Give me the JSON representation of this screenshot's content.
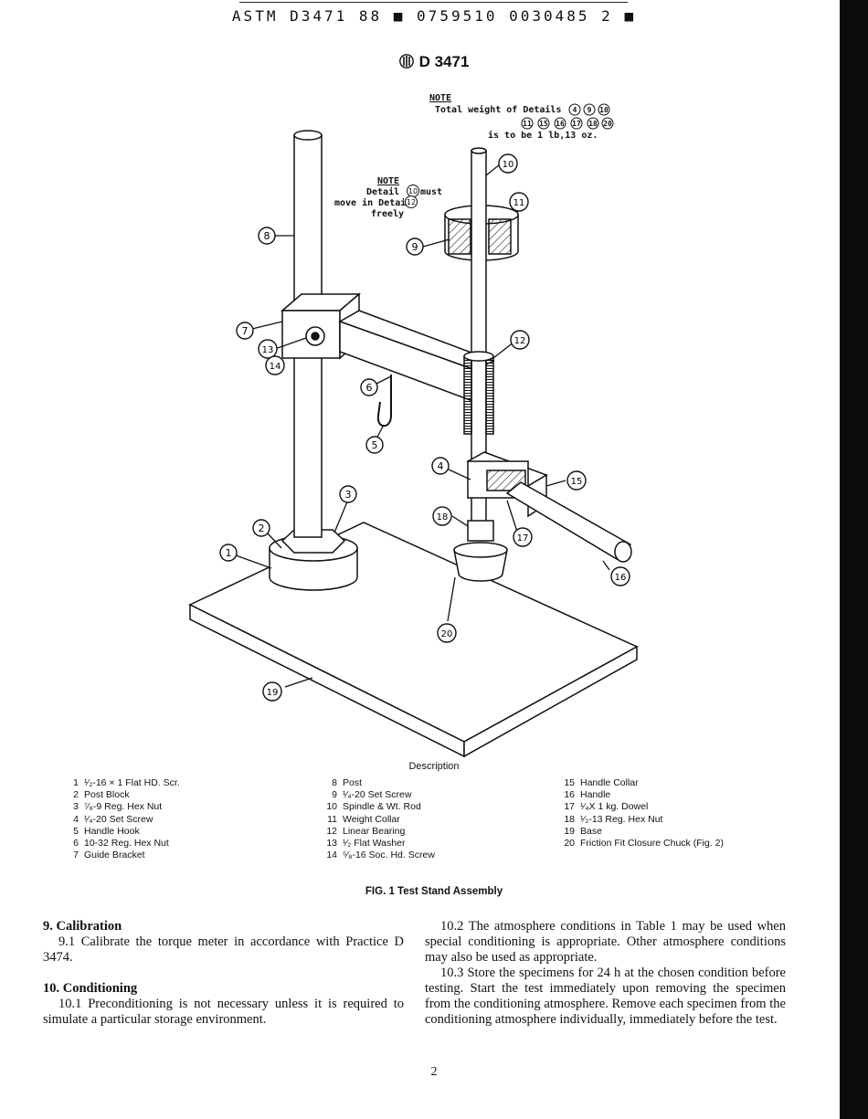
{
  "header": {
    "code_line": "ASTM D3471 88 ■ 0759510 0030485 2 ■",
    "designation": "D 3471"
  },
  "figure": {
    "note_top": {
      "label": "NOTE",
      "line1": "Total weight of Details",
      "line1_refs": [
        "4",
        "9",
        "10"
      ],
      "line2_refs": [
        "11",
        "15",
        "16",
        "17",
        "18",
        "20"
      ],
      "line3": "is to be 1 lb,13 oz."
    },
    "note_mid": {
      "label": "NOTE",
      "line1a": "Detail",
      "line1_ref": "10",
      "line1b": "must",
      "line2a": "move in Detail",
      "line2_ref": "12",
      "line3": "freely"
    },
    "callouts": [
      "1",
      "2",
      "3",
      "4",
      "5",
      "6",
      "7",
      "8",
      "9",
      "10",
      "11",
      "12",
      "13",
      "14",
      "15",
      "16",
      "17",
      "18",
      "19",
      "20"
    ]
  },
  "legend": {
    "title": "Description",
    "columns": [
      [
        {
          "n": "1",
          "t": "¹⁄₂-16 × 1 Flat HD. Scr."
        },
        {
          "n": "2",
          "t": "Post Block"
        },
        {
          "n": "3",
          "t": "⁷⁄₈-9 Reg. Hex Nut"
        },
        {
          "n": "4",
          "t": "¹⁄₄-20 Set Screw"
        },
        {
          "n": "5",
          "t": "Handle Hook"
        },
        {
          "n": "6",
          "t": "10-32 Reg. Hex Nut"
        },
        {
          "n": "7",
          "t": "Guide Bracket"
        }
      ],
      [
        {
          "n": "8",
          "t": "Post"
        },
        {
          "n": "9",
          "t": "¹⁄₄-20 Set Screw"
        },
        {
          "n": "10",
          "t": "Spindle & Wt. Rod"
        },
        {
          "n": "11",
          "t": "Weight Collar"
        },
        {
          "n": "12",
          "t": "Linear Bearing"
        },
        {
          "n": "13",
          "t": "¹⁄₂ Flat Washer"
        },
        {
          "n": "14",
          "t": "⁵⁄₈-16 Soc. Hd. Screw"
        }
      ],
      [
        {
          "n": "15",
          "t": "Handle Collar"
        },
        {
          "n": "16",
          "t": "Handle"
        },
        {
          "n": "17",
          "t": "¹⁄₄X 1 kg. Dowel"
        },
        {
          "n": "18",
          "t": "¹⁄₂-13 Reg. Hex Nut"
        },
        {
          "n": "19",
          "t": "Base"
        },
        {
          "n": "20",
          "t": "Friction Fit Closure Chuck (Fig. 2)"
        }
      ]
    ]
  },
  "caption": "FIG. 1   Test Stand Assembly",
  "left_column": {
    "heading1": "9. Calibration",
    "p1": "9.1 Calibrate the torque meter in accordance with Practice D 3474.",
    "heading2": "10. Conditioning",
    "p2": "10.1 Preconditioning is not necessary unless it is required to simulate a particular storage environment."
  },
  "right_column": {
    "p1": "10.2 The atmosphere conditions in Table 1 may be used when special conditioning is appropriate. Other atmosphere conditions may also be used as appropriate.",
    "p2": "10.3 Store the specimens for 24 h at the chosen condition before testing. Start the test immediately upon removing the specimen from the conditioning atmosphere. Remove each specimen from the conditioning atmosphere individually, immediately before the test."
  },
  "page_number": "2"
}
